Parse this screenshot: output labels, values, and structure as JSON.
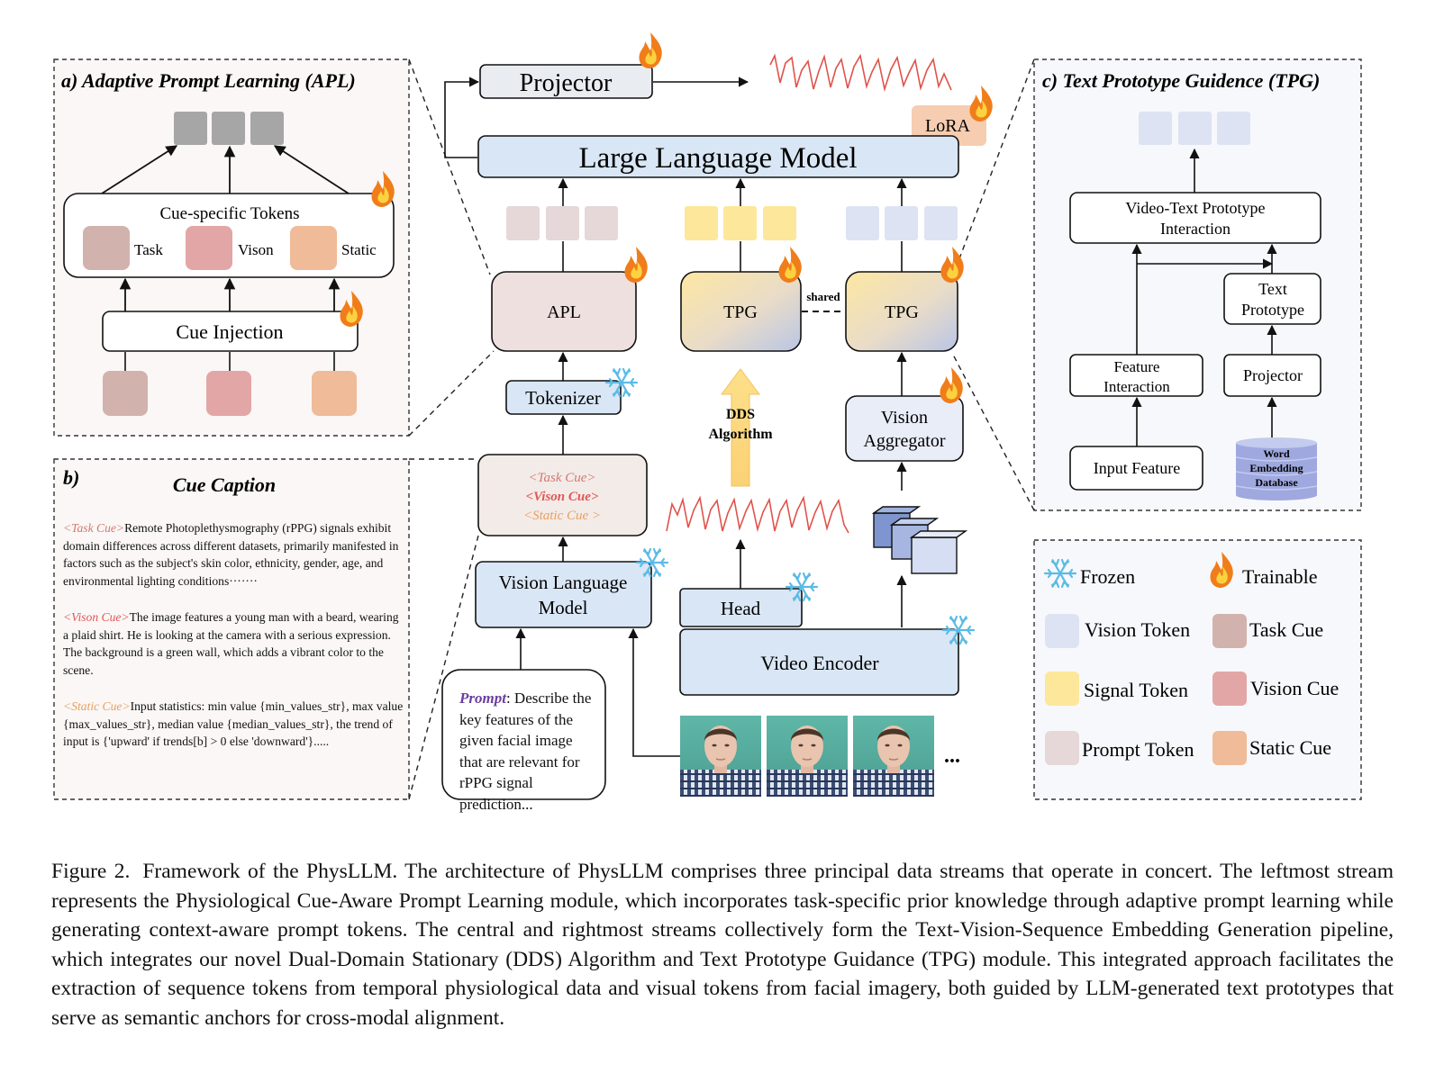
{
  "panel_a": {
    "title": "a)  Adaptive Prompt Learning (APL)",
    "tokens_box": "Cue-specific Tokens",
    "token_labels": [
      "Task",
      "Vison",
      "Static"
    ],
    "cue_injection": "Cue Injection"
  },
  "panel_b": {
    "title_prefix": "b)",
    "title": "Cue Caption",
    "task_tag": "<Task Cue>",
    "task_text": "Remote Photoplethysmography (rPPG) signals exhibit domain differences across different datasets, primarily manifested in factors such as the subject's skin color, ethnicity, gender, age, and environmental lighting conditions·······",
    "vision_tag": "<Vison Cue>",
    "vision_text": "The image features a young man with a beard, wearing a plaid shirt. He is looking at the camera with a serious expression. The background is a green wall, which adds a vibrant color to the scene.",
    "static_tag": "<Static Cue>",
    "static_text": "Input statistics: min value {min_values_str}, max value {max_values_str}, median value {median_values_str}, the trend of input is {'upward' if trends[b] > 0 else 'downward'}....."
  },
  "panel_c": {
    "title": "c) Text Prototype Guidence (TPG)",
    "interaction_line1": "Video-Text Prototype",
    "interaction_line2": "Interaction",
    "text_proto_line1": "Text",
    "text_proto_line2": "Prototype",
    "feature_line1": "Feature",
    "feature_line2": "Interaction",
    "projector": "Projector",
    "input_feature": "Input Feature",
    "db_line1": "Word",
    "db_line2": "Embedding",
    "db_line3": "Database"
  },
  "center": {
    "projector": "Projector",
    "lora": "LoRA",
    "llm": "Large Language Model",
    "apl": "APL",
    "tpg": "TPG",
    "shared": "shared",
    "tokenizer": "Tokenizer",
    "dds_line1": "DDS",
    "dds_line2": "Algorithm",
    "vision_agg_line1": "Vision",
    "vision_agg_line2": "Aggregator",
    "cue_lines": [
      "<Task Cue>",
      "<Vison Cue>",
      "<Static Cue >"
    ],
    "vlm_line1": "Vision Language",
    "vlm_line2": "Model",
    "head": "Head",
    "video_encoder": "Video Encoder",
    "prompt_keyword": "Prompt",
    "prompt_text": ": Describe the key features of the given facial image that are relevant for rPPG signal prediction...",
    "ellipsis": "..."
  },
  "legend": {
    "frozen": "Frozen",
    "trainable": "Trainable",
    "vision_token": "Vision Token",
    "task_cue": "Task Cue",
    "signal_token": "Signal Token",
    "vision_cue": "Vision Cue",
    "prompt_token": "Prompt Token",
    "static_cue": "Static Cue"
  },
  "colors": {
    "task": "#d2b2ad",
    "vision_cue": "#e3a6a6",
    "static": "#efbb98",
    "prompt_token": "#e6d8d8",
    "signal_token": "#fde79a",
    "vision_token": "#dde3f3",
    "output_token": "#a6a6a6",
    "llm_fill": "#d9e6f5",
    "fire": "#f07d1a",
    "snow": "#5bbbe6",
    "wave": "#e0524a"
  },
  "caption": {
    "label": "Figure 2.",
    "text": "Framework of the PhysLLM. The architecture of PhysLLM comprises three principal data streams that operate in concert. The leftmost stream represents the Physiological Cue-Aware Prompt Learning module, which incorporates task-specific prior knowledge through adaptive prompt learning while generating context-aware prompt tokens. The central and rightmost streams collectively form the Text-Vision-Sequence Embedding Generation pipeline, which integrates our novel Dual-Domain Stationary (DDS) Algorithm and Text Prototype Guidance (TPG) module.  This integrated approach facilitates the extraction of sequence tokens from temporal physiological data and visual tokens from facial imagery, both guided by LLM-generated text prototypes that serve as semantic anchors for cross-modal alignment."
  }
}
